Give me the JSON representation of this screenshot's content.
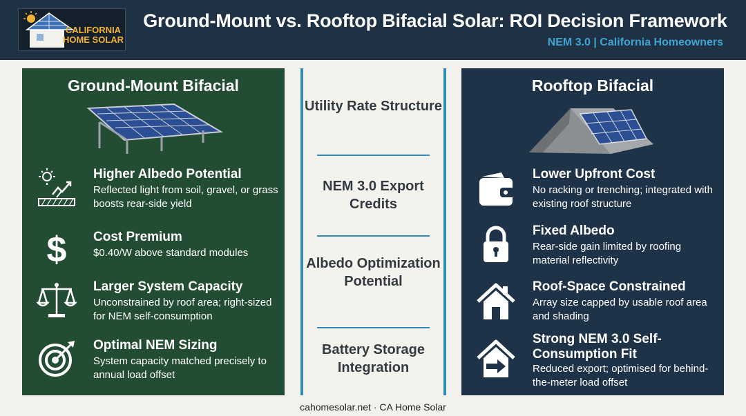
{
  "header": {
    "logo_text_line1": "CALIFORNIA",
    "logo_text_line2": "HOME SOLAR",
    "title": "Ground-Mount vs. Rooftop Bifacial Solar: ROI Decision Framework",
    "subtitle": "NEM 3.0 | California Homeowners"
  },
  "left_panel": {
    "title": "Ground-Mount Bifacial",
    "items": [
      {
        "icon": "albedo-sun-icon",
        "title": "Higher Albedo Potential",
        "desc": "Reflected light from soil, gravel, or grass boosts rear-side yield"
      },
      {
        "icon": "dollar-icon",
        "title": "Cost Premium",
        "desc": "$0.40/W above standard modules"
      },
      {
        "icon": "balance-scale-icon",
        "title": "Larger System Capacity",
        "desc": "Unconstrained by roof area; right-sized for NEM self-consumption"
      },
      {
        "icon": "target-icon",
        "title": "Optimal NEM Sizing",
        "desc": "System capacity matched precisely to annual load offset"
      }
    ]
  },
  "criteria": [
    "Utility Rate Structure",
    "NEM 3.0 Export Credits",
    "Albedo Optimization Potential",
    "Battery Storage Integration"
  ],
  "right_panel": {
    "title": "Rooftop Bifacial",
    "items": [
      {
        "icon": "wallet-icon",
        "title": "Lower Upfront Cost",
        "desc": "No racking or trenching; integrated with existing roof structure"
      },
      {
        "icon": "lock-icon",
        "title": "Fixed Albedo",
        "desc": "Rear-side gain limited by roofing material reflectivity"
      },
      {
        "icon": "house-icon",
        "title": "Roof-Space Constrained",
        "desc": "Array size capped by usable roof area and shading"
      },
      {
        "icon": "house-arrow-icon",
        "title": "Strong NEM 3.0 Self-Consumption Fit",
        "desc": "Reduced export; optimised for behind-the-meter load offset"
      }
    ]
  },
  "footer": "cahomesolar.net · CA Home Solar",
  "colors": {
    "header_bg": "#1f3245",
    "ground_panel": "#234d32",
    "rooftop_panel": "#1e3248",
    "accent_blue": "#2f8bb8",
    "logo_orange": "#f2b233"
  }
}
